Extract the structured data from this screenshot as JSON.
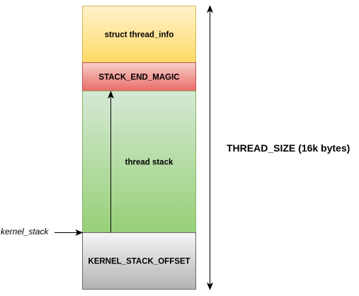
{
  "diagram": {
    "blocks": {
      "thread_info": {
        "label": "struct thread_info",
        "fill_top": "#fff2cc",
        "fill_bottom": "#ffd966",
        "stroke": "#d6b656"
      },
      "stack_end_magic": {
        "label": "STACK_END_MAGIC",
        "fill_top": "#f8cecc",
        "fill_bottom": "#ea6b66",
        "stroke": "#b85450"
      },
      "thread_stack": {
        "label": "thread stack",
        "fill_top": "#d5e8d4",
        "fill_bottom": "#97d077",
        "stroke": "#82b366"
      },
      "kernel_stack_offset": {
        "label": "KERNEL_STACK_OFFSET",
        "fill_top": "#f5f5f5",
        "fill_bottom": "#b3b3b3",
        "stroke": "#666666"
      }
    },
    "thread_size_label": "THREAD_SIZE (16k bytes)",
    "kernel_stack_label": "kernel_stack"
  }
}
